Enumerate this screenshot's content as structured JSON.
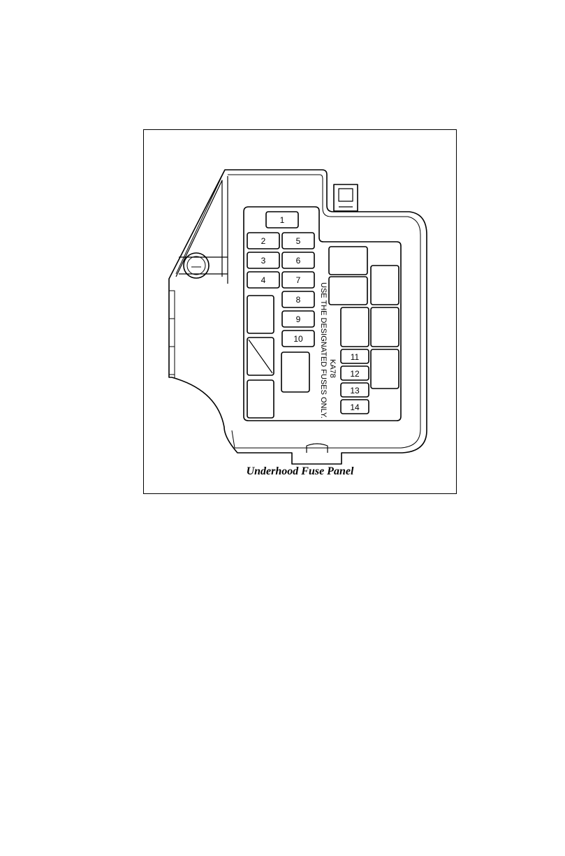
{
  "caption": "Underhood Fuse Panel",
  "side_note": {
    "line1": "USE THE DESIGNATED FUSES ONLY.",
    "line2": "KA78"
  },
  "fuses": [
    "1",
    "2",
    "3",
    "4",
    "5",
    "6",
    "7",
    "8",
    "9",
    "10",
    "11",
    "12",
    "13",
    "14"
  ]
}
